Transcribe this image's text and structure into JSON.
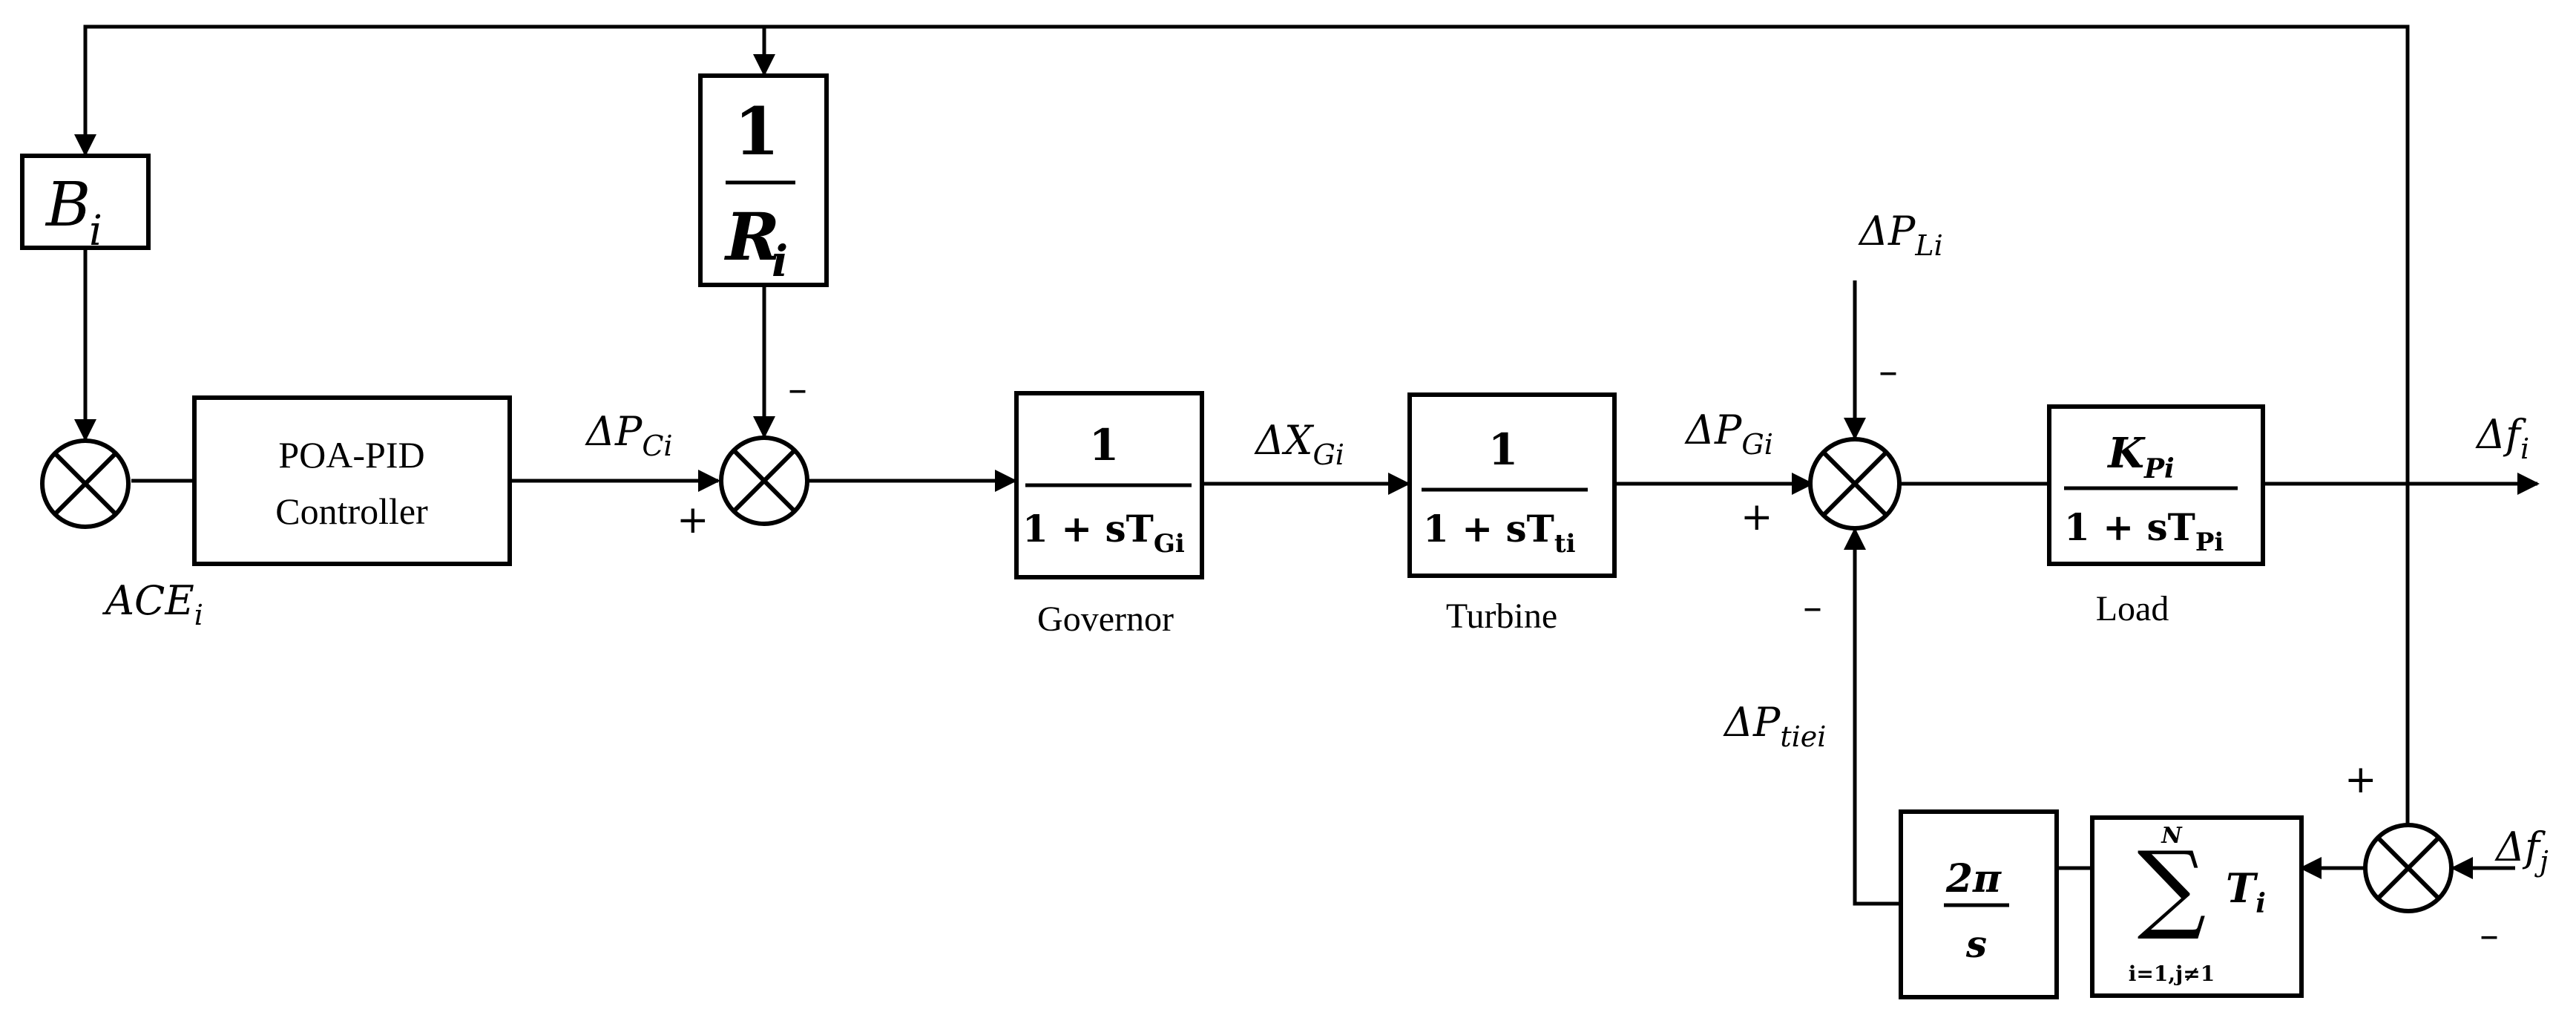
{
  "blocks": {
    "bias": {
      "sym": "B",
      "sub": "i"
    },
    "droop": {
      "num": "1",
      "den_sym": "R",
      "den_sub": "i"
    },
    "controller": {
      "line1": "POA-PID",
      "line2": "Controller"
    },
    "governor": {
      "num": "1",
      "den_prefix": "1 + sT",
      "den_sub": "Gi",
      "caption": "Governor"
    },
    "turbine": {
      "num": "1",
      "den_prefix": "1 + sT",
      "den_sub": "ti",
      "caption": "Turbine"
    },
    "load": {
      "num_sym": "K",
      "num_sub": "Pi",
      "den_prefix": "1 + sT",
      "den_sub": "Pi",
      "caption": "Load"
    },
    "integrator": {
      "num": "2π",
      "den": "s"
    },
    "tie_sum": {
      "sum_top": "N",
      "sum_bottom": "i=1,j≠1",
      "sym": "T",
      "sub": "i"
    }
  },
  "signals": {
    "ace": {
      "pre": "ACE",
      "sub": "i"
    },
    "pc": {
      "pre": "ΔP",
      "sub": "Ci"
    },
    "xg": {
      "pre": "ΔX",
      "sub": "Gi"
    },
    "pg": {
      "pre": "ΔP",
      "sub": "Gi"
    },
    "pl": {
      "pre": "ΔP",
      "sub": "Li"
    },
    "ptie": {
      "pre": "ΔP",
      "sub": "tiei"
    },
    "fi": {
      "pre": "Δf",
      "sub": "i"
    },
    "fj": {
      "pre": "Δf",
      "sub": "j"
    }
  },
  "signs": {
    "plus": "+",
    "minus": "–"
  }
}
